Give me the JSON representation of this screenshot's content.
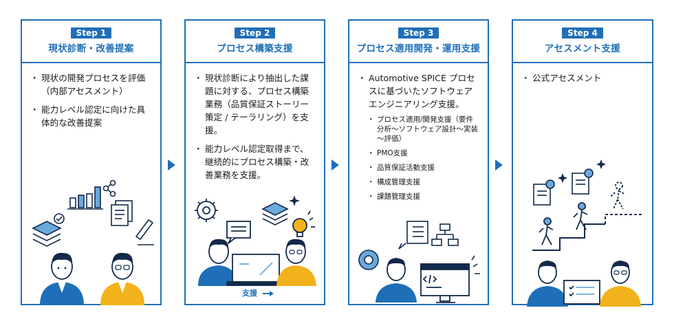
{
  "steps": [
    {
      "badge": "Step 1",
      "title": "現状診断・改善提案",
      "bullets": [
        "現状の開発プロセスを評価（内部アセスメント）",
        "能力レベル認定に向けた具体的な改善提案"
      ]
    },
    {
      "badge": "Step 2",
      "title": "プロセス構築支援",
      "bullets": [
        "現状診断により抽出した課題に対する、プロセス構築業務（品質保証ストーリー策定 / テーラリング）を支援。",
        "能力レベル認定取得まで、継続的にプロセス構築・改善業務を支援。"
      ],
      "illustration_caption": "支援"
    },
    {
      "badge": "Step 3",
      "title": "プロセス適用開発・運用支援",
      "bullets": [
        "Automotive SPICE プロセスに基づいたソフトウェアエンジニアリング支援。"
      ],
      "sub_bullets": [
        "プロセス適用/開発支援（要件分析～ソフトウェア設計～実装～評価）",
        "PMO支援",
        "品質保証活動支援",
        "構成管理支援",
        "課題管理支援"
      ]
    },
    {
      "badge": "Step 4",
      "title": "アセスメント支援",
      "bullets": [
        "公式アセスメント"
      ]
    }
  ],
  "colors": {
    "primary": "#1f6fb8",
    "accent": "#f2b21b",
    "navy": "#13294b"
  }
}
